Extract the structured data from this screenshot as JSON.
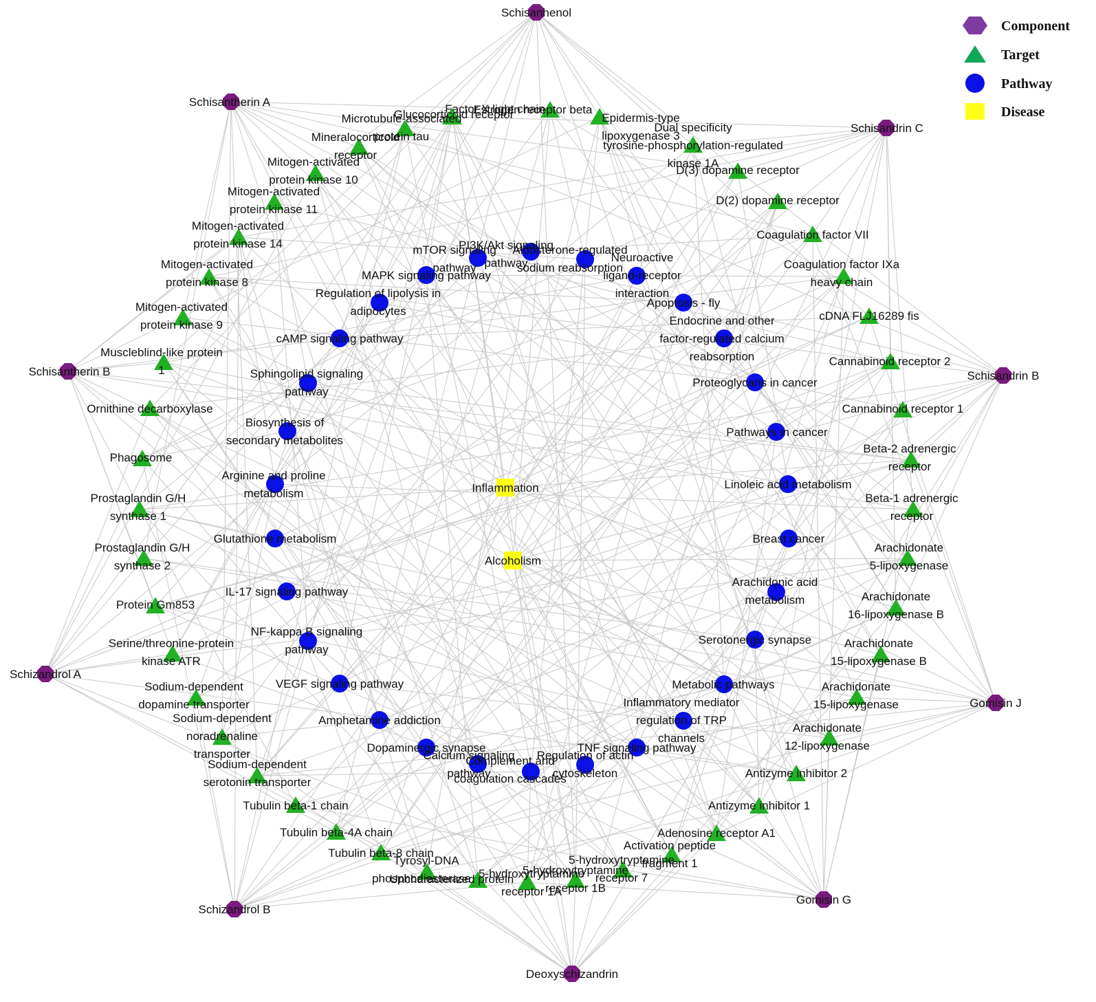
{
  "colors": {
    "component": "#7a1b7e",
    "target": "#22b024",
    "pathway": "#0a10e6",
    "disease": "#ffff1a",
    "edge": "#c9c9c9",
    "legend_component": "#7e3ba0",
    "legend_target": "#10a858"
  },
  "legend": [
    {
      "label": "Component",
      "shape": "hexagon"
    },
    {
      "label": "Target",
      "shape": "triangle"
    },
    {
      "label": "Pathway",
      "shape": "circle"
    },
    {
      "label": "Disease",
      "shape": "square"
    }
  ],
  "components": [
    {
      "id": "schisanhenol",
      "lines": [
        "Schisanhenol"
      ]
    },
    {
      "id": "schisantherin-a",
      "lines": [
        "Schisantherin A"
      ]
    },
    {
      "id": "schisandrin-c",
      "lines": [
        "Schisandrin C"
      ]
    },
    {
      "id": "schisantherin-b",
      "lines": [
        "Schisantherin B"
      ]
    },
    {
      "id": "schisandrin-b",
      "lines": [
        "Schisandrin B"
      ]
    },
    {
      "id": "schizandrol-a",
      "lines": [
        "Schizandrol A"
      ]
    },
    {
      "id": "gomisin-j",
      "lines": [
        "Gomisin J"
      ]
    },
    {
      "id": "schizandrol-b",
      "lines": [
        "Schizandrol B"
      ]
    },
    {
      "id": "gomisin-g",
      "lines": [
        "Gomisin G"
      ]
    },
    {
      "id": "deoxyschizandrin",
      "lines": [
        "Deoxyschizandrin"
      ]
    }
  ],
  "diseases": [
    {
      "id": "inflammation",
      "lines": [
        "Inflammation"
      ]
    },
    {
      "id": "alcoholism",
      "lines": [
        "Alcoholism"
      ]
    }
  ],
  "pathways": [
    {
      "id": "pi3k-akt",
      "lines": [
        "PI3K/Akt signaling",
        "pathway"
      ]
    },
    {
      "id": "mtor",
      "lines": [
        "mTOR signaling",
        "pathway"
      ]
    },
    {
      "id": "aldosterone",
      "lines": [
        "Aldosterone-regulated",
        "sodium reabsorption"
      ]
    },
    {
      "id": "neuroactive",
      "lines": [
        "Neuroactive",
        "ligand-receptor",
        "interaction"
      ]
    },
    {
      "id": "mapk",
      "lines": [
        "MAPK signaling pathway"
      ]
    },
    {
      "id": "lipolysis",
      "lines": [
        "Regulation of lipolysis in",
        "adipocytes"
      ]
    },
    {
      "id": "apoptosis-fly",
      "lines": [
        "Apoptosis - fly"
      ]
    },
    {
      "id": "endocrine-calcium",
      "lines": [
        "Endocrine and other",
        "factor-regulated calcium",
        "reabsorption"
      ]
    },
    {
      "id": "camp",
      "lines": [
        "cAMP signaling pathway"
      ]
    },
    {
      "id": "sphingolipid",
      "lines": [
        "Sphingolipid signaling",
        "pathway"
      ]
    },
    {
      "id": "proteoglycans",
      "lines": [
        "Proteoglycans in cancer"
      ]
    },
    {
      "id": "biosynthesis",
      "lines": [
        "Biosynthesis of",
        "secondary metabolites"
      ]
    },
    {
      "id": "pathways-cancer",
      "lines": [
        "Pathways in cancer"
      ]
    },
    {
      "id": "arginine",
      "lines": [
        "Arginine and proline",
        "metabolism"
      ]
    },
    {
      "id": "linoleic",
      "lines": [
        "Linoleic acid metabolism"
      ]
    },
    {
      "id": "glutathione",
      "lines": [
        "Glutathione metabolism"
      ]
    },
    {
      "id": "breast-cancer",
      "lines": [
        "Breast cancer"
      ]
    },
    {
      "id": "arachidonic",
      "lines": [
        "Arachidonic acid",
        "metabolism"
      ]
    },
    {
      "id": "il17",
      "lines": [
        "IL-17 signaling pathway"
      ]
    },
    {
      "id": "serotonergic",
      "lines": [
        "Serotonergic synapse"
      ]
    },
    {
      "id": "nfkb",
      "lines": [
        "NF-kappa B signaling",
        "pathway"
      ]
    },
    {
      "id": "metabolic",
      "lines": [
        "Metabolic pathways"
      ]
    },
    {
      "id": "vegf",
      "lines": [
        "VEGF signaling pathway"
      ]
    },
    {
      "id": "trp",
      "lines": [
        "Inflammatory mediator",
        "regulation of TRP",
        "channels"
      ]
    },
    {
      "id": "amphetamine",
      "lines": [
        "Amphetamine addiction"
      ]
    },
    {
      "id": "dopaminergic",
      "lines": [
        "Dopaminergic synapse"
      ]
    },
    {
      "id": "tnf",
      "lines": [
        "TNF signaling pathway"
      ]
    },
    {
      "id": "calcium",
      "lines": [
        "Calcium signaling",
        "pathway"
      ]
    },
    {
      "id": "complement",
      "lines": [
        "Complement and",
        "coagulation cascades"
      ]
    },
    {
      "id": "actin",
      "lines": [
        "Regulation of actin",
        "cytoskeleton"
      ]
    }
  ],
  "targets": [
    {
      "id": "factor-x-light",
      "lines": [
        "Factor X light chain"
      ]
    },
    {
      "id": "estrogen-receptor-beta",
      "lines": [
        "Estrogen receptor beta"
      ]
    },
    {
      "id": "glucocorticoid-receptor",
      "lines": [
        "Glucocorticoid receptor"
      ]
    },
    {
      "id": "epidermis-lox3",
      "lines": [
        "Epidermis-type",
        "lipoxygenase 3"
      ]
    },
    {
      "id": "microtubule-tau",
      "lines": [
        "Microtubule-associated",
        "protein tau"
      ]
    },
    {
      "id": "dyrk1a",
      "lines": [
        "Dual specificity",
        "tyrosine-phosphorylation-regulated",
        "kinase 1A"
      ]
    },
    {
      "id": "mineralocorticoid",
      "lines": [
        "Mineralocorticoid",
        "receptor"
      ]
    },
    {
      "id": "d3",
      "lines": [
        "D(3) dopamine receptor"
      ]
    },
    {
      "id": "mapk10",
      "lines": [
        "Mitogen-activated",
        "protein kinase 10"
      ]
    },
    {
      "id": "d2",
      "lines": [
        "D(2) dopamine receptor"
      ]
    },
    {
      "id": "mapk11",
      "lines": [
        "Mitogen-activated",
        "protein kinase 11"
      ]
    },
    {
      "id": "coag-vii",
      "lines": [
        "Coagulation factor VII"
      ]
    },
    {
      "id": "mapk14",
      "lines": [
        "Mitogen-activated",
        "protein kinase 14"
      ]
    },
    {
      "id": "coag-ixa",
      "lines": [
        "Coagulation factor IXa",
        "heavy chain"
      ]
    },
    {
      "id": "mapk8",
      "lines": [
        "Mitogen-activated",
        "protein kinase 8"
      ]
    },
    {
      "id": "cdna",
      "lines": [
        "cDNA FLJ16289 fis"
      ]
    },
    {
      "id": "mapk9",
      "lines": [
        "Mitogen-activated",
        "protein kinase 9"
      ]
    },
    {
      "id": "cb2",
      "lines": [
        "Cannabinoid receptor 2"
      ]
    },
    {
      "id": "muscleblind",
      "lines": [
        "Muscleblind-like protein",
        "1"
      ]
    },
    {
      "id": "cb1",
      "lines": [
        "Cannabinoid receptor 1"
      ]
    },
    {
      "id": "ornithine",
      "lines": [
        "Ornithine decarboxylase"
      ]
    },
    {
      "id": "beta2",
      "lines": [
        "Beta-2 adrenergic",
        "receptor"
      ]
    },
    {
      "id": "phagosome",
      "lines": [
        "Phagosome"
      ]
    },
    {
      "id": "beta1",
      "lines": [
        "Beta-1 adrenergic",
        "receptor"
      ]
    },
    {
      "id": "ptgs1",
      "lines": [
        "Prostaglandin G/H",
        "synthase 1"
      ]
    },
    {
      "id": "alox5",
      "lines": [
        "Arachidonate",
        "5-lipoxygenase"
      ]
    },
    {
      "id": "ptgs2",
      "lines": [
        "Prostaglandin G/H",
        "synthase 2"
      ]
    },
    {
      "id": "alox16b",
      "lines": [
        "Arachidonate",
        "16-lipoxygenase B"
      ]
    },
    {
      "id": "gm853",
      "lines": [
        "Protein Gm853"
      ]
    },
    {
      "id": "alox15b",
      "lines": [
        "Arachidonate",
        "15-lipoxygenase B"
      ]
    },
    {
      "id": "atr",
      "lines": [
        "Serine/threonine-protein",
        "kinase ATR"
      ]
    },
    {
      "id": "alox15",
      "lines": [
        "Arachidonate",
        "15-lipoxygenase"
      ]
    },
    {
      "id": "dat",
      "lines": [
        "Sodium-dependent",
        "dopamine transporter"
      ]
    },
    {
      "id": "alox12",
      "lines": [
        "Arachidonate",
        "12-lipoxygenase"
      ]
    },
    {
      "id": "net",
      "lines": [
        "Sodium-dependent",
        "noradrenaline",
        "transporter"
      ]
    },
    {
      "id": "azin2",
      "lines": [
        "Antizyme inhibitor 2"
      ]
    },
    {
      "id": "sert",
      "lines": [
        "Sodium-dependent",
        "serotonin transporter"
      ]
    },
    {
      "id": "azin1",
      "lines": [
        "Antizyme inhibitor 1"
      ]
    },
    {
      "id": "tubb1",
      "lines": [
        "Tubulin beta-1 chain"
      ]
    },
    {
      "id": "adora1",
      "lines": [
        "Adenosine receptor A1"
      ]
    },
    {
      "id": "tubb4a",
      "lines": [
        "Tubulin beta-4A chain"
      ]
    },
    {
      "id": "activation-peptide",
      "lines": [
        "Activation peptide",
        "fragment 1"
      ]
    },
    {
      "id": "tubb8",
      "lines": [
        "Tubulin beta-8 chain"
      ]
    },
    {
      "id": "htr7",
      "lines": [
        "5-hydroxytryptamine",
        "receptor 7"
      ]
    },
    {
      "id": "tdp",
      "lines": [
        "Tyrosyl-DNA",
        "phosphodiesterase 1"
      ]
    },
    {
      "id": "htr1b",
      "lines": [
        "5-hydroxytryptamine",
        "receptor 1B"
      ]
    },
    {
      "id": "uncharacterized",
      "lines": [
        "Uncharacterized protein"
      ]
    },
    {
      "id": "htr1a",
      "lines": [
        "5-hydroxytryptamine",
        "receptor 1A"
      ]
    }
  ]
}
